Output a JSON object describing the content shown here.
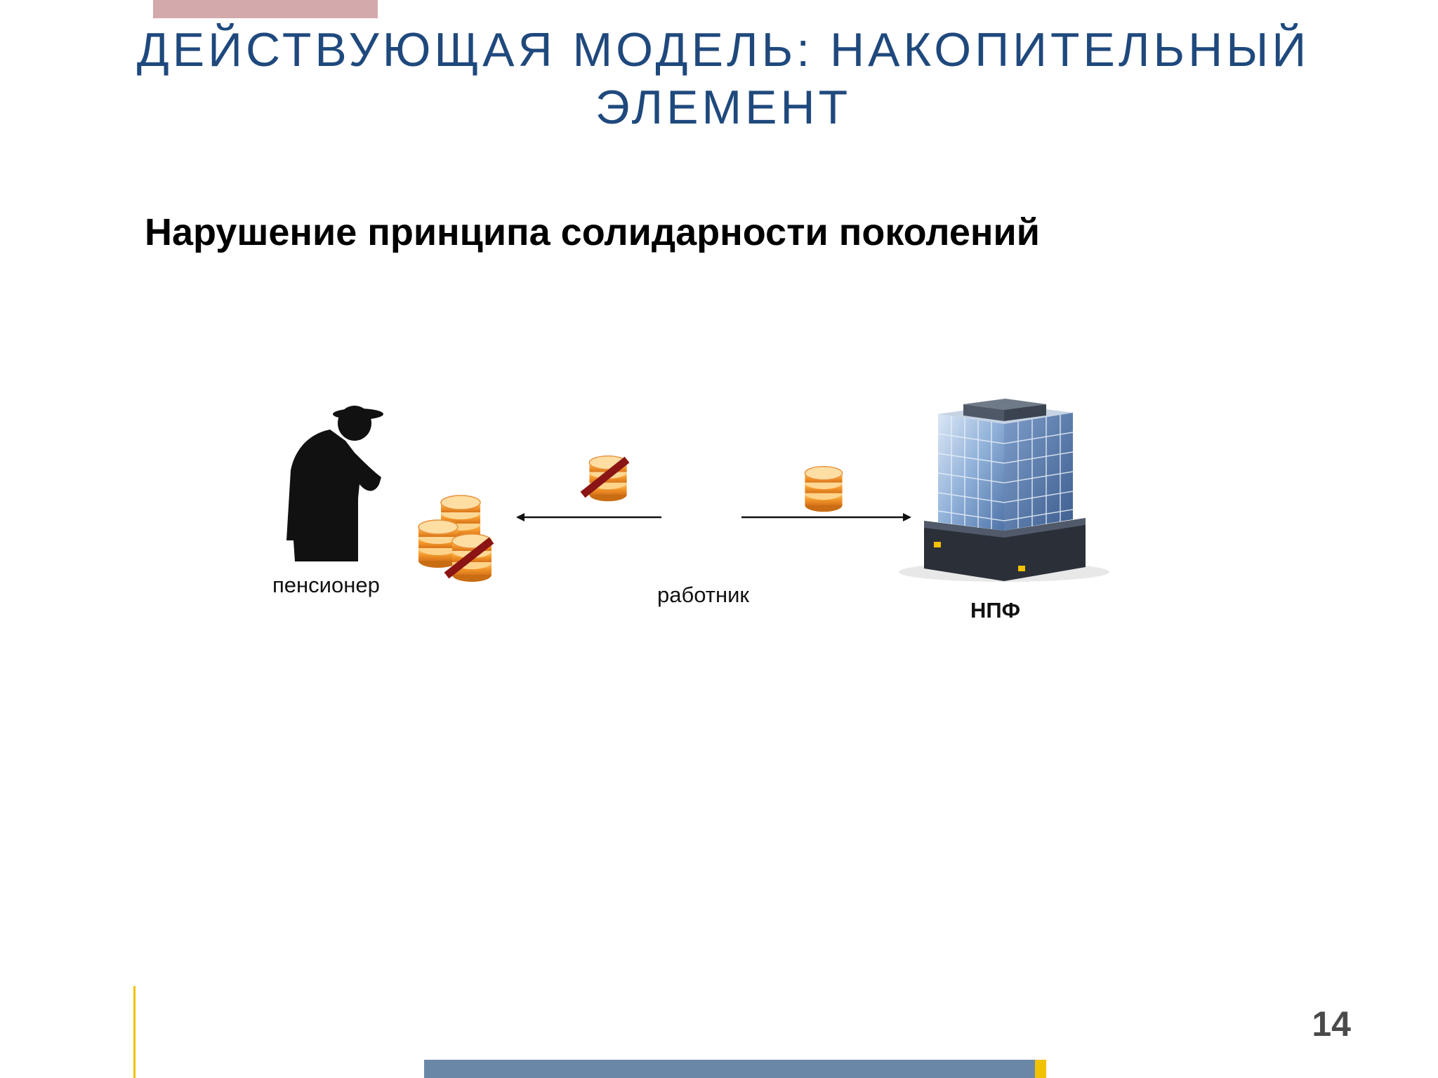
{
  "slide": {
    "title_line1": "ДЕЙСТВУЮЩАЯ МОДЕЛЬ: НАКОПИТЕЛЬНЫЙ",
    "title_line2": "ЭЛЕМЕНТ",
    "subtitle": "Нарушение принципа солидарности поколений",
    "page_number": "14"
  },
  "diagram": {
    "nodes": {
      "pensioner": "пенсионер",
      "worker": "работник",
      "fund": "НПФ"
    },
    "edges": [
      {
        "from": "worker",
        "to": "pensioner",
        "payment": "crossed-out"
      },
      {
        "from": "worker",
        "to": "fund",
        "payment": "coins"
      }
    ],
    "icons": [
      "elderly-person-icon",
      "coins-icon",
      "office-building-icon",
      "crossed-out-marker"
    ]
  },
  "colors": {
    "title": "#1f497d",
    "accent_top": "#d4a9ab",
    "accent_bottom": "#6b87a8",
    "accent_yellow": "#f2c200",
    "cross": "#8b1414",
    "coin": "#f0a030"
  }
}
